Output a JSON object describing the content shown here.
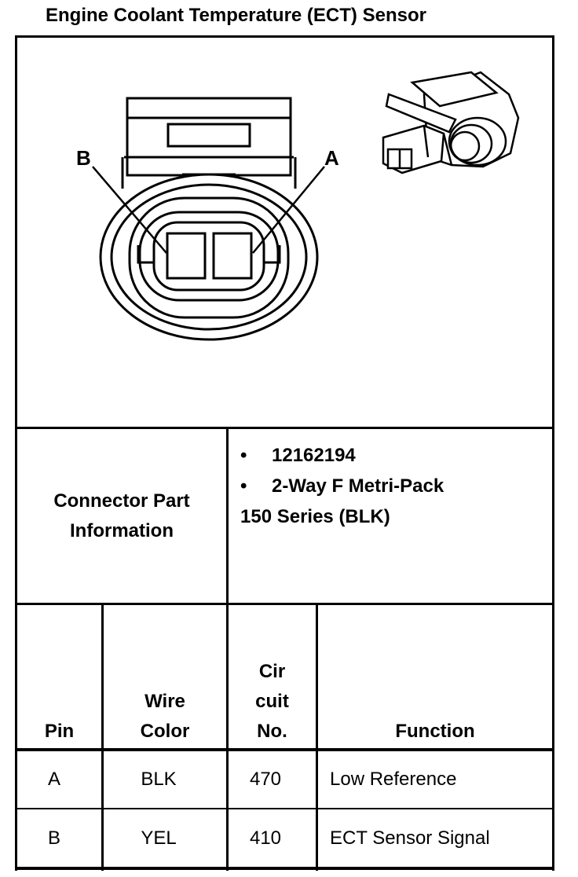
{
  "title": "Engine Coolant Temperature (ECT) Sensor",
  "diagram": {
    "pin_b_label": "B",
    "pin_a_label": "A"
  },
  "connector_info": {
    "label_line1": "Connector Part",
    "label_line2": "Information",
    "items": [
      "12162194",
      "2-Way F Metri-Pack"
    ],
    "extra": "150 Series (BLK)"
  },
  "table": {
    "headers": {
      "pin": "Pin",
      "wire_color": [
        "Wire",
        "Color"
      ],
      "circuit": [
        "Cir",
        "cuit",
        "No."
      ],
      "function": "Function"
    },
    "rows": [
      {
        "pin": "A",
        "color": "BLK",
        "circuit": "470",
        "function": "Low Reference"
      },
      {
        "pin": "B",
        "color": "YEL",
        "circuit": "410",
        "function": "ECT Sensor Signal"
      }
    ]
  }
}
